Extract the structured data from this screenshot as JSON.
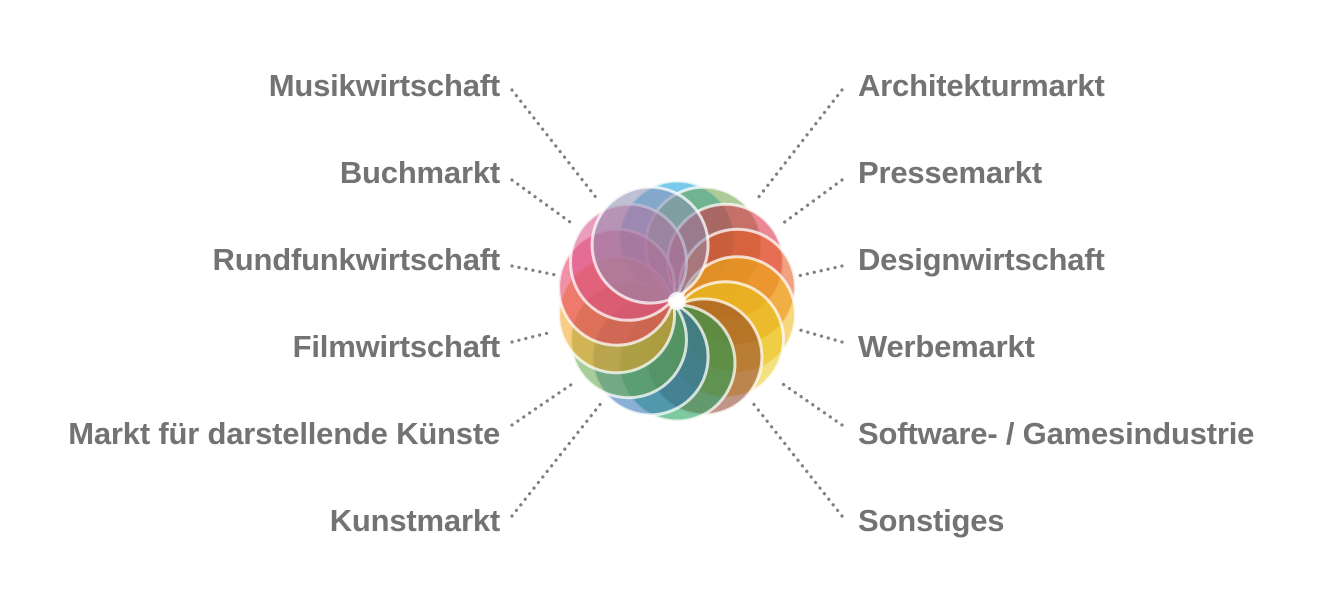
{
  "left_labels": [
    "Musikwirtschaft",
    "Buchmarkt",
    "Rundfunkwirtschaft",
    "Filmwirtschaft",
    "Markt für darstellende Künste",
    "Kunstmarkt"
  ],
  "right_labels": [
    "Architekturmarkt",
    "Pressemarkt",
    "Designwirtschaft",
    "Werbemarkt",
    "Software- / Gamesindustrie",
    "Sonstiges"
  ],
  "colors": {
    "label_text": "#737373",
    "dotted_line": "#808080",
    "petals": [
      "#0a9dd8",
      "#69a045",
      "#d8283e",
      "#e4571e",
      "#f1b813",
      "#e9c71a",
      "#8c3d24",
      "#169d56",
      "#2c6fb4",
      "#63a443",
      "#f2a21f",
      "#e5375d",
      "#d94f87",
      "#8c8db0"
    ]
  }
}
